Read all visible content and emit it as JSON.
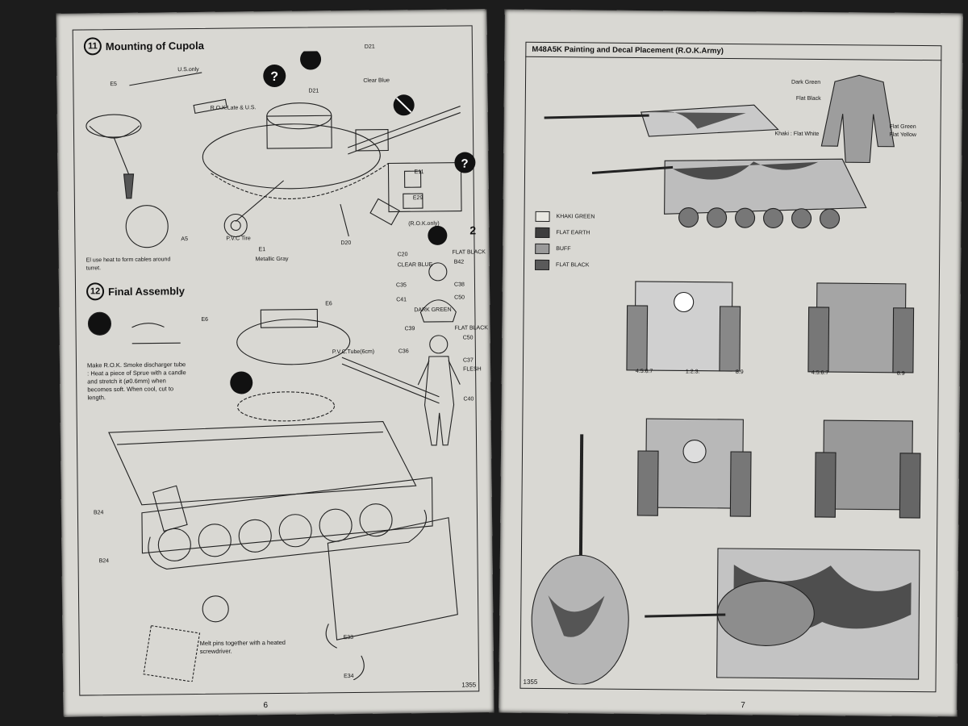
{
  "left": {
    "section11": {
      "number": "11",
      "title": "Mounting of Cupola"
    },
    "section12": {
      "number": "12",
      "title": "Final Assembly"
    },
    "labels11": [
      "E5",
      "U.S.only",
      "R.O.K.Late & U.S.",
      "D21",
      "D21",
      "Clear Blue",
      "E11",
      "E29",
      "(R.O.K.only)",
      "A5",
      "P.V.C Tire",
      "E1",
      "Metallic Gray",
      "D20",
      "2"
    ],
    "note11": "El use heat to form cables around turret.",
    "figure": [
      "C20",
      "FLAT BLACK",
      "CLEAR BLUE",
      "B42",
      "C35",
      "C38",
      "C41",
      "C50",
      "DARK GREEN",
      "C39",
      "FLAT BLACK",
      "C50",
      "C36",
      "C37",
      "FLESH",
      "C40"
    ],
    "labels12": [
      "E6",
      "E6",
      "P.V.C.Tube(6cm)",
      "B24",
      "B24",
      "E33",
      "E34"
    ],
    "note12a": "Make R.O.K. Smoke discharger tube : Heat a piece of Sprue with a candle and stretch it (ø0.6mm) when becomes soft. When cool, cut to length.",
    "note12b": "Melt pins together with a heated screwdriver.",
    "code": "1355",
    "page_number": "6"
  },
  "right": {
    "title": "M48A5K Painting and Decal Placement (R.O.K.Army)",
    "uniform_labels": [
      "Dark Green",
      "Flat Black",
      "Khaki : Flat White",
      "Flat Green",
      "Flat Yellow"
    ],
    "legend": [
      {
        "label": "KHAKI GREEN",
        "color": "#e9e8e2"
      },
      {
        "label": "FLAT EARTH",
        "color": "#3e3e3e"
      },
      {
        "label": "BUFF",
        "color": "#9a9a9a"
      },
      {
        "label": "FLAT BLACK",
        "color": "#5a5a5a"
      }
    ],
    "decal_labels": [
      "4.5.6.7",
      "1.2.3.",
      "8.9",
      "4.5.6.7",
      "8.9"
    ],
    "code": "1355",
    "page_number": "7"
  }
}
